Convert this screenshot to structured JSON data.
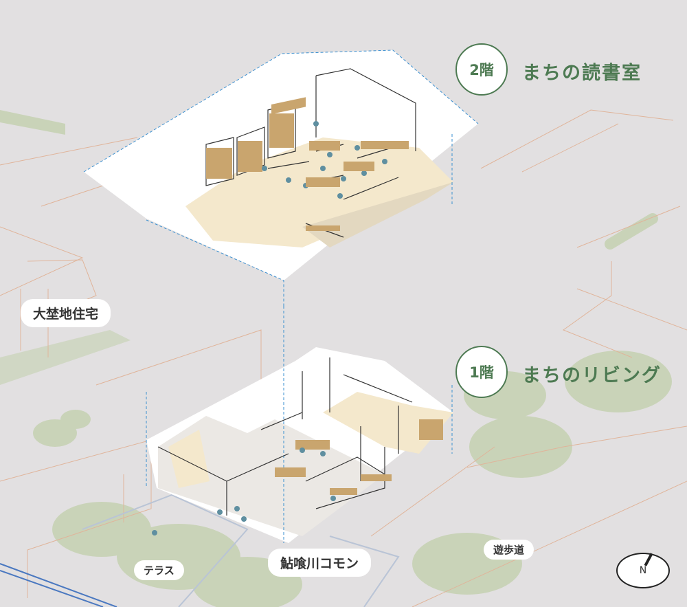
{
  "floors": [
    {
      "badge": "2階",
      "title": "まちの読書室"
    },
    {
      "badge": "1階",
      "title": "まちのリビング"
    }
  ],
  "places": {
    "residence": "大埜地住宅",
    "terrace": "テラス",
    "commons": "鮎喰川コモン",
    "promenade": "遊歩道"
  },
  "compass": {
    "label": "N"
  },
  "colors": {
    "green": "#4d7a52",
    "background": "#e2e0e1",
    "lawn": "#c9d3b8",
    "floor": "#f4e8cc",
    "lines": "#e0b49a"
  }
}
